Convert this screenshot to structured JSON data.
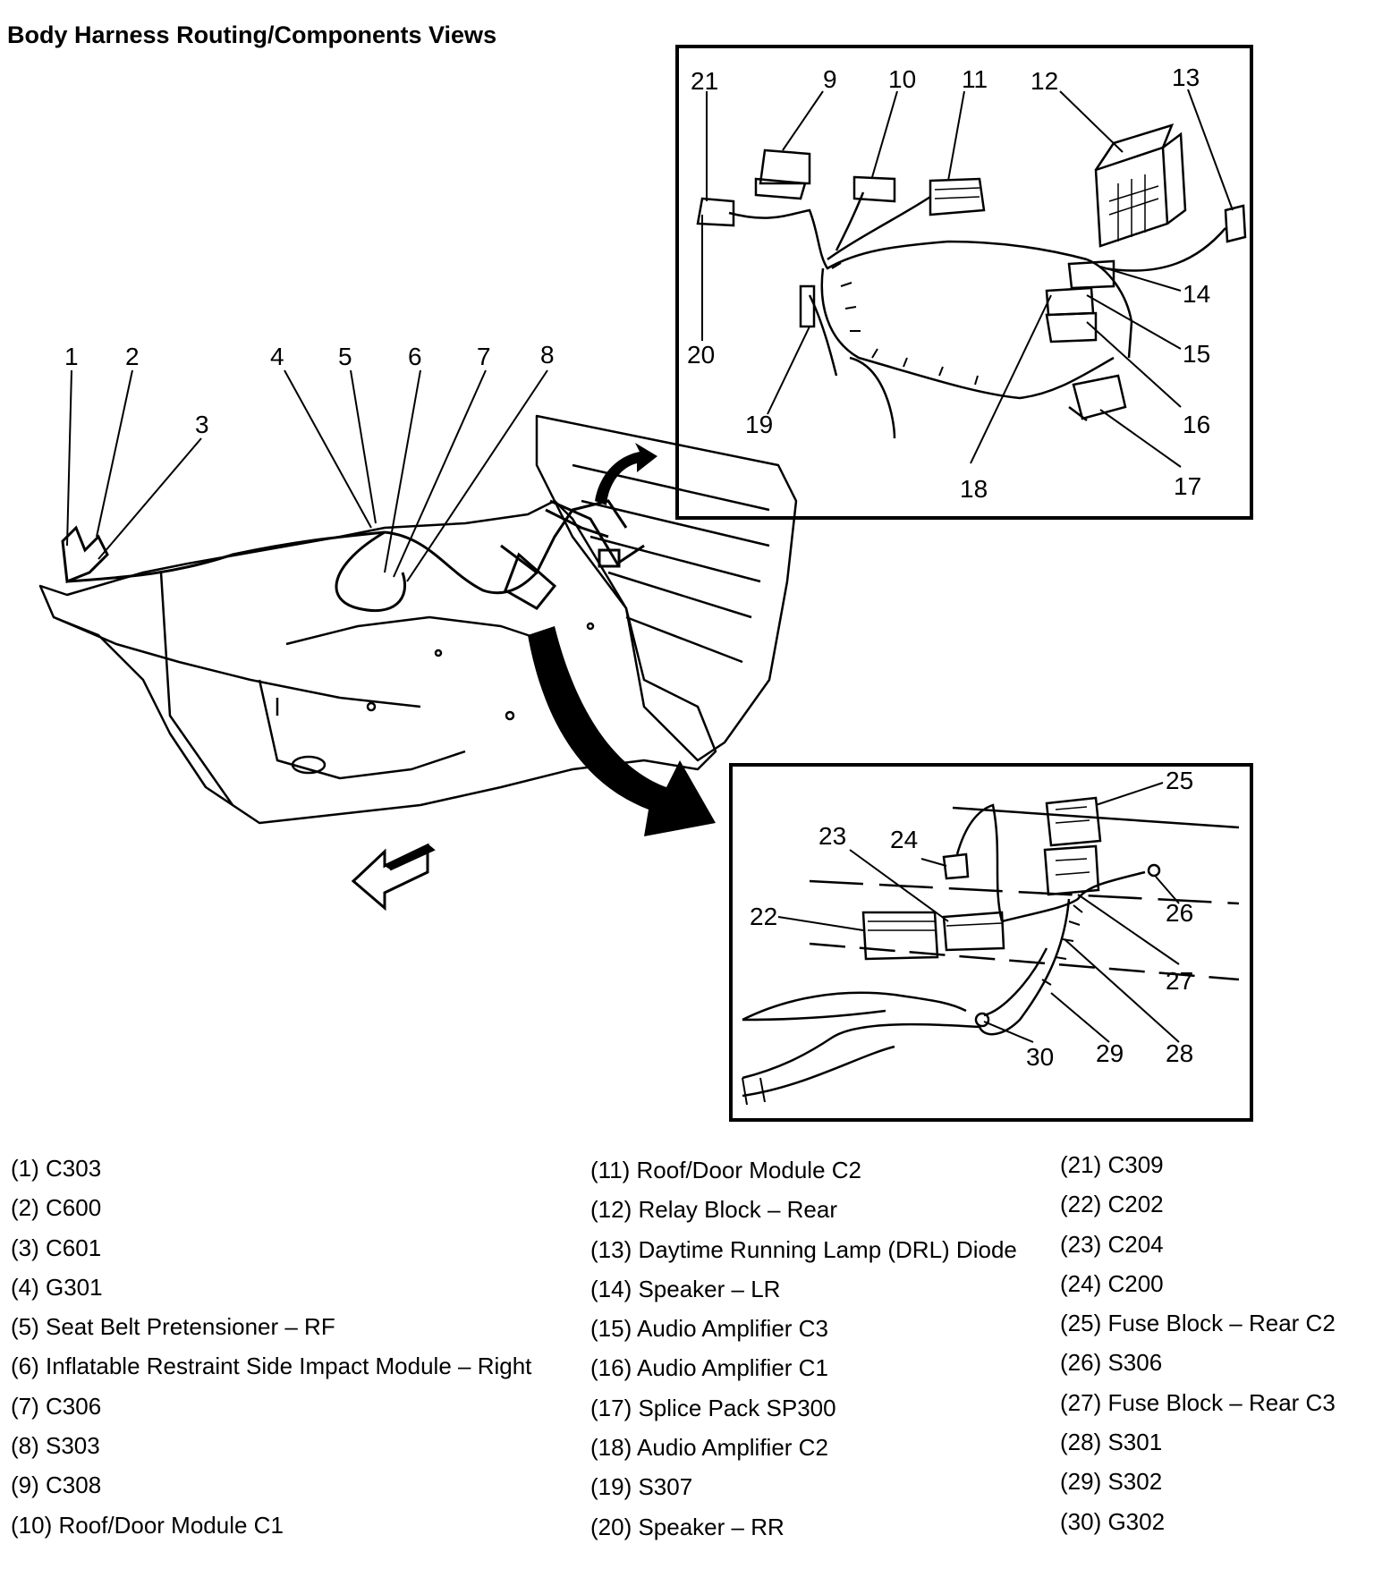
{
  "title": "Body Harness Routing/Components Views",
  "callouts": [
    "1",
    "2",
    "3",
    "4",
    "5",
    "6",
    "7",
    "8",
    "9",
    "10",
    "11",
    "12",
    "13",
    "14",
    "15",
    "16",
    "17",
    "18",
    "19",
    "20",
    "21",
    "22",
    "23",
    "24",
    "25",
    "26",
    "27",
    "28",
    "29",
    "30"
  ],
  "legend": {
    "col1": [
      "(1) C303",
      "(2) C600",
      "(3) C601",
      "(4) G301",
      "(5) Seat Belt Pretensioner – RF",
      "(6) Inflatable Restraint Side Impact Module – Right",
      "(7) C306",
      "(8) S303",
      "(9) C308",
      "(10) Roof/Door Module C1"
    ],
    "col2": [
      "(11) Roof/Door Module C2",
      "(12) Relay Block – Rear",
      "(13) Daytime Running Lamp (DRL) Diode",
      "(14) Speaker – LR",
      "(15) Audio Amplifier C3",
      "(16) Audio Amplifier C1",
      "(17) Splice Pack SP300",
      "(18) Audio Amplifier C2",
      "(19) S307",
      "(20) Speaker – RR"
    ],
    "col3": [
      "(21) C309",
      "(22) C202",
      "(23) C204",
      "(24) C200",
      "(25) Fuse Block – Rear C2",
      "(26) S306",
      "(27) Fuse Block – Rear C3",
      "(28) S301",
      "(29) S302",
      "(30) G302"
    ]
  }
}
